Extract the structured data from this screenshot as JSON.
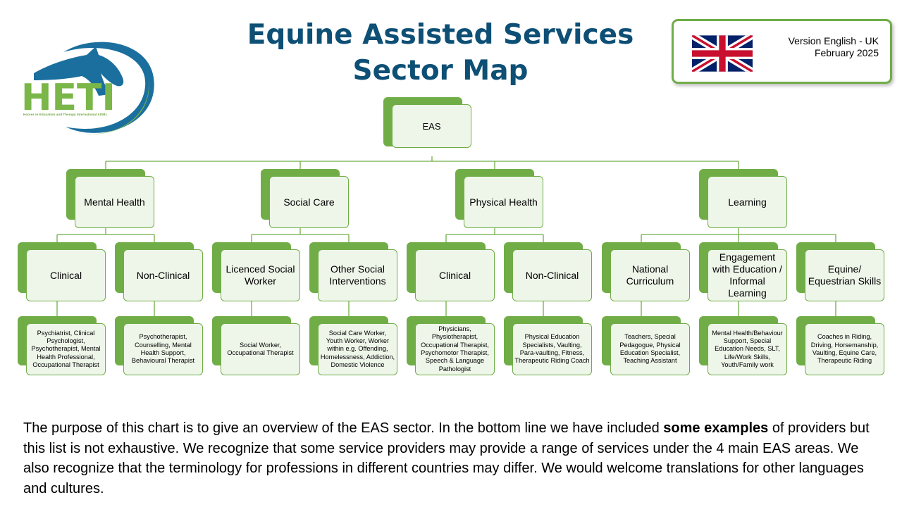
{
  "header": {
    "title_line1": "Equine Assisted Services",
    "title_line2": "Sector Map"
  },
  "logo": {
    "text": "HETI",
    "tagline": "Horses in Education and Therapy International AISBL"
  },
  "version_box": {
    "language": "Version English - UK",
    "date": "February 2025",
    "flag_icon": "uk-flag-icon"
  },
  "colors": {
    "title_blue": "#0d4f75",
    "accent_green": "#70ad47",
    "box_fill": "#eef5e9"
  },
  "tree": {
    "root": "EAS",
    "areas": [
      {
        "label": "Mental Health",
        "subs": [
          {
            "label": "Clinical",
            "examples": "Psychiatrist, Clinical Psychologist, Psychotherapist, Mental Health Professional, Occupational Therapist"
          },
          {
            "label": "Non-Clinical",
            "examples": "Psychotherapist, Counselling,  Mental Health Support, Behavioural Therapist"
          }
        ]
      },
      {
        "label": "Social Care",
        "subs": [
          {
            "label": "Licenced Social Worker",
            "examples": "Social Worker, Occupational Therapist"
          },
          {
            "label": "Other Social Interventions",
            "examples": "Social Care Worker, Youth Worker, Worker within e.g. Offending, Homelessness, Addiction, Domestic Violence"
          }
        ]
      },
      {
        "label": "Physical Health",
        "subs": [
          {
            "label": "Clinical",
            "examples": "Physicians, Physiotherapist, Occupational Therapist, Psychomotor Therapist, Speech & Language Pathologist"
          },
          {
            "label": "Non-Clinical",
            "examples": "Physical Education Specialists, Vaulting, Para-vaulting, Fitness, Therapeutic Riding Coach"
          }
        ]
      },
      {
        "label": "Learning",
        "subs": [
          {
            "label": "National Curriculum",
            "examples": "Teachers, Special Pedagogue, Physical Education Specialist, Teaching Assistant"
          },
          {
            "label": "Engagement with Education / Informal Learning",
            "examples": "Mental Health/Behaviour Support, Special Education Needs, SLT, Life/Work Skills, Youth/Family work"
          },
          {
            "label": "Equine/ Equestrian Skills",
            "examples": "Coaches in Riding, Driving, Horsemanship, Vaulting, Equine Care, Therapeutic Riding"
          }
        ]
      }
    ]
  },
  "footer": {
    "part1": "The purpose of this chart is to give an overview of the EAS sector. In the bottom line we have included ",
    "emphasis": "some examples",
    "part2": " of providers but this list is not exhaustive. We recognize that some service providers may provide a range of services under the 4 main EAS areas. We also recognize that the terminology for professions in different countries may differ. We would welcome translations for other languages and cultures."
  }
}
